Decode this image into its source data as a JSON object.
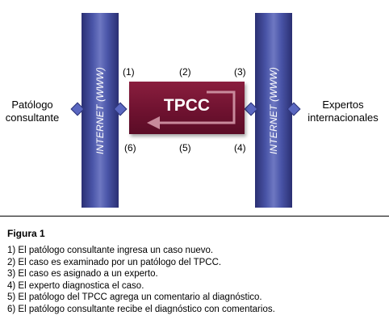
{
  "left_label": [
    "Patólogo",
    "consultante"
  ],
  "right_label": [
    "Expertos",
    "internacionales"
  ],
  "bar_label": "INTERNET (WWW)",
  "center_box": "TPCC",
  "step_numbers": {
    "n1": "(1)",
    "n2": "(2)",
    "n3": "(3)",
    "n4": "(4)",
    "n5": "(5)",
    "n6": "(6)"
  },
  "caption_title": "Figura 1",
  "steps": [
    "1) El patólogo consultante ingresa un caso nuevo.",
    "2) El caso es examinado por un patólogo del TPCC.",
    "3) El caso es asignado a un experto.",
    "4) El experto diagnostica el caso.",
    "5) El patólogo del TPCC agrega un comentario al diagnóstico.",
    "6) El patólogo consultante recibe el diagnóstico con comentarios."
  ],
  "colors": {
    "bar": "#4a55a8",
    "box": "#6f1230",
    "arrow": "#c98a9c"
  }
}
